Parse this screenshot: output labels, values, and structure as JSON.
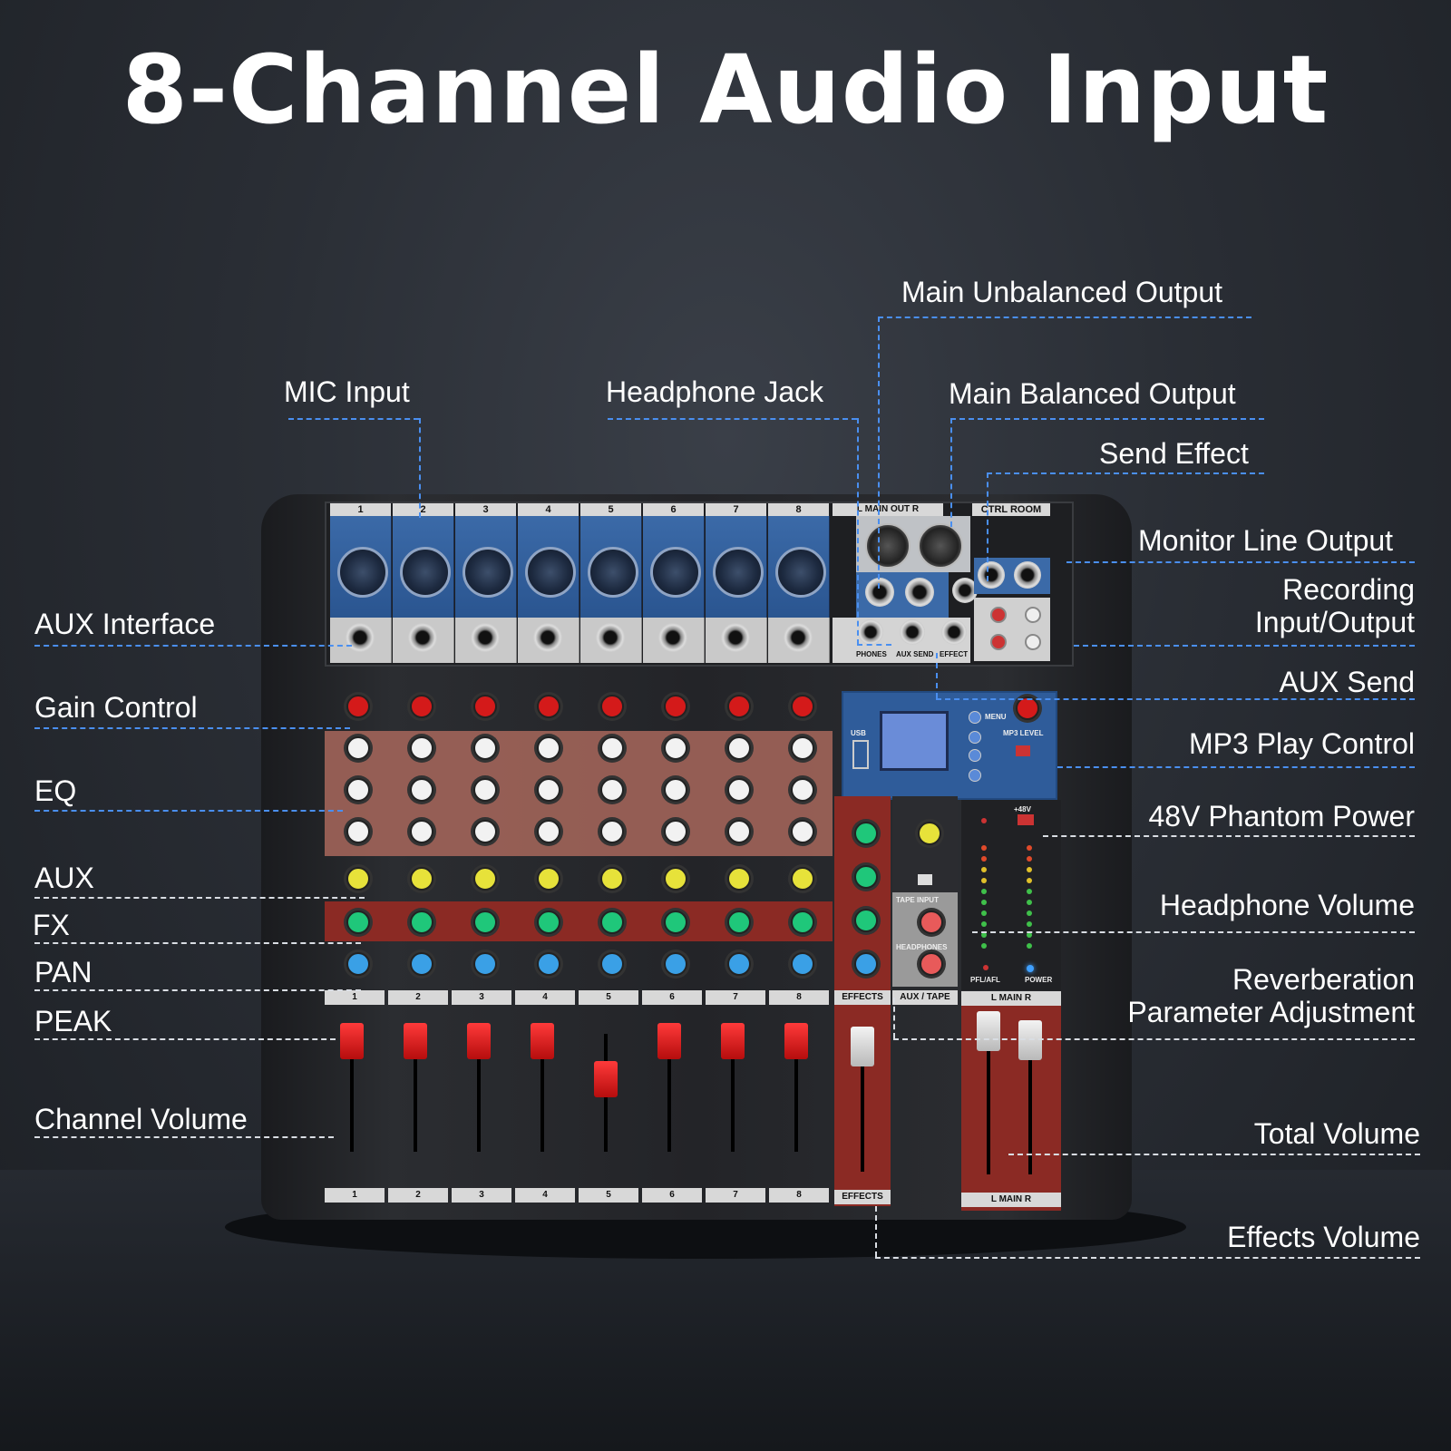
{
  "title": "8-Channel Audio Input",
  "labels": {
    "main_unbalanced_output": "Main Unbalanced Output",
    "mic_input": "MIC Input",
    "headphone_jack": "Headphone Jack",
    "main_balanced_output": "Main Balanced Output",
    "send_effect": "Send Effect",
    "monitor_line_output": "Monitor Line Output",
    "recording_io_line1": "Recording",
    "recording_io_line2": "Input/Output",
    "aux_interface": "AUX Interface",
    "aux_send": "AUX Send",
    "gain_control": "Gain Control",
    "mp3_play_control": "MP3 Play Control",
    "eq": "EQ",
    "phantom_power": "48V Phantom Power",
    "aux": "AUX",
    "fx": "FX",
    "headphone_volume": "Headphone Volume",
    "pan": "PAN",
    "reverb_line1": "Reverberation",
    "reverb_line2": "Parameter Adjustment",
    "peak": "PEAK",
    "channel_volume": "Channel Volume",
    "total_volume": "Total Volume",
    "effects_volume": "Effects Volume"
  },
  "mixer": {
    "channels": [
      "1",
      "2",
      "3",
      "4",
      "5",
      "6",
      "7",
      "8"
    ],
    "main_out_label": "L  MAIN OUT  R",
    "ctrl_room_label": "CTRL ROOM",
    "phones_label": "PHONES",
    "aux_send_label": "AUX SEND",
    "effect_label": "EFFECT",
    "effects_label": "EFFECTS",
    "aux_tape_label": "AUX / TAPE",
    "main_label": "L   MAIN   R",
    "phantom_label": "+48V",
    "power_label": "POWER",
    "pfl_label": "PFL/AFL",
    "mp3_level_label": "MP3 LEVEL",
    "menu_label": "MENU",
    "usb_label": "USB",
    "tape_input_label": "TAPE INPUT",
    "headphones_label": "HEADPHONES"
  },
  "colors": {
    "blue_leader": "#4a8ff0",
    "white_leader": "#d9dde3",
    "fader_red": "#d41a1a",
    "fx_red": "#8b2a24",
    "eq_brown": "#a8675c",
    "panel_blue": "#2f5c9a"
  }
}
